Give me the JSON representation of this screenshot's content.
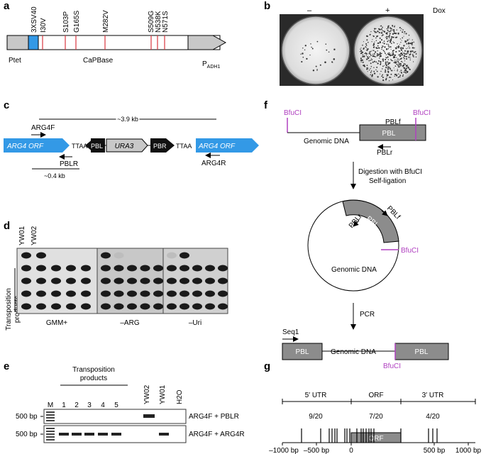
{
  "panels": {
    "a": {
      "label": "a",
      "mutations": [
        "3XSV40",
        "I30V",
        "S103P",
        "G165S",
        "M282V",
        "S509G",
        "N538K",
        "N571S"
      ],
      "ptet": "Ptet",
      "capbase": "CaPBase",
      "padh1_main": "P",
      "padh1_sub": "ADH1"
    },
    "b": {
      "label": "b",
      "minus": "–",
      "plus": "+",
      "dox": "Dox"
    },
    "c": {
      "label": "c",
      "size_top": "~3.9 kb",
      "size_bottom": "~0.4 kb",
      "arg4f": "ARG4F",
      "pblr": "PBLR",
      "arg4r": "ARG4R",
      "orf_left": "ARG4 ORF",
      "ttaa1": "TTAA",
      "pbl": "PBL",
      "ura3": "URA3",
      "pbr": "PBR",
      "ttaa2": "TTAA",
      "orf_right": "ARG4 ORF"
    },
    "d": {
      "label": "d",
      "yw01": "YW01",
      "yw02": "YW02",
      "transposition": "Transposition",
      "products": "products",
      "media": [
        "GMM+",
        "–ARG",
        "–Uri"
      ]
    },
    "e": {
      "label": "e",
      "group_line1": "Transposition",
      "group_line2": "products",
      "lanes": [
        "M",
        "1",
        "2",
        "3",
        "4",
        "5",
        "YW02",
        "YW01",
        "H2O"
      ],
      "size_labels": [
        "500 bp",
        "500 bp"
      ],
      "primer_sets": [
        "ARG4F + PBLR",
        "ARG4F + ARG4R"
      ]
    },
    "f": {
      "label": "f",
      "bfucl": "BfuCI",
      "pblf": "PBLf",
      "pblr": "PBLr",
      "genomic_dna": "Genomic DNA",
      "pbl": "PBL",
      "digestion1": "Digestion with BfuCI",
      "digestion2": "Self-ligation",
      "pcr": "PCR",
      "seq1": "Seq1"
    },
    "g": {
      "label": "g",
      "utr5": "5′ UTR",
      "orf": "ORF",
      "utr3": "3′ UTR",
      "count5": "9/20",
      "count_orf": "7/20",
      "count3": "4/20",
      "orf_box": "ORF",
      "ticks": [
        "–1000 bp",
        "–500 bp",
        "0",
        "500 bp",
        "1000 bp"
      ]
    }
  },
  "colors": {
    "blue": "#3399e6",
    "red": "#d9363e",
    "gray": "#8c8c8c",
    "purple": "#b040c0",
    "black": "#111111"
  }
}
